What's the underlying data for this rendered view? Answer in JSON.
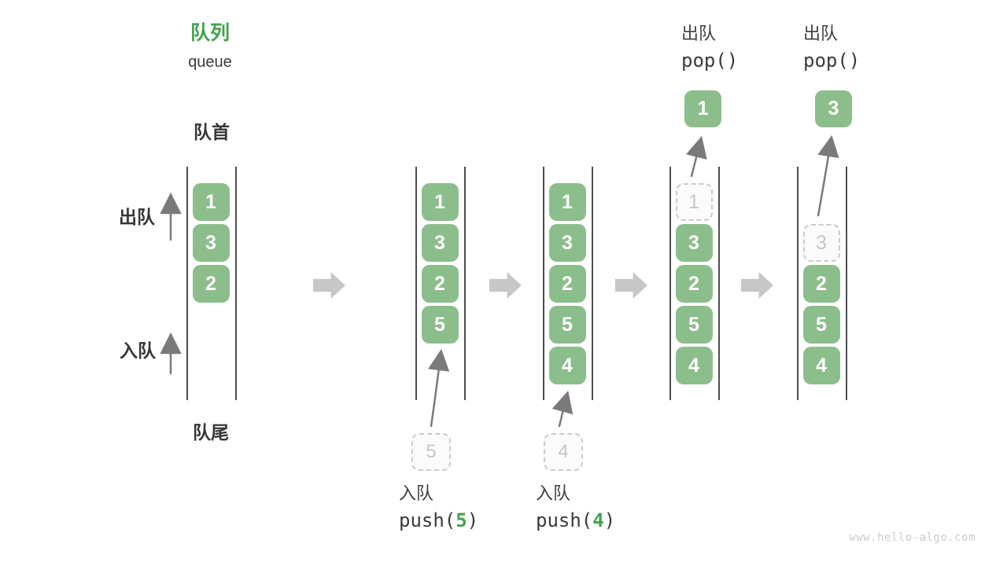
{
  "header": {
    "title": "队列",
    "subtitle": "queue"
  },
  "labels": {
    "front": "队首",
    "rear": "队尾",
    "dequeue": "出队",
    "enqueue": "入队"
  },
  "states": [
    {
      "name": "initial",
      "slots": [
        {
          "value": "1",
          "slot": 0,
          "ghost": false
        },
        {
          "value": "3",
          "slot": 1,
          "ghost": false
        },
        {
          "value": "2",
          "slot": 2,
          "ghost": false
        }
      ]
    },
    {
      "name": "after-push-5",
      "slots": [
        {
          "value": "1",
          "slot": 0,
          "ghost": false
        },
        {
          "value": "3",
          "slot": 1,
          "ghost": false
        },
        {
          "value": "2",
          "slot": 2,
          "ghost": false
        },
        {
          "value": "5",
          "slot": 3,
          "ghost": false
        }
      ]
    },
    {
      "name": "after-push-4",
      "slots": [
        {
          "value": "1",
          "slot": 0,
          "ghost": false
        },
        {
          "value": "3",
          "slot": 1,
          "ghost": false
        },
        {
          "value": "2",
          "slot": 2,
          "ghost": false
        },
        {
          "value": "5",
          "slot": 3,
          "ghost": false
        },
        {
          "value": "4",
          "slot": 4,
          "ghost": false
        }
      ]
    },
    {
      "name": "after-pop-1",
      "slots": [
        {
          "value": "1",
          "slot": 0,
          "ghost": true
        },
        {
          "value": "3",
          "slot": 1,
          "ghost": false
        },
        {
          "value": "2",
          "slot": 2,
          "ghost": false
        },
        {
          "value": "5",
          "slot": 3,
          "ghost": false
        },
        {
          "value": "4",
          "slot": 4,
          "ghost": false
        }
      ]
    },
    {
      "name": "after-pop-3",
      "slots": [
        {
          "value": "3",
          "slot": 1,
          "ghost": true
        },
        {
          "value": "2",
          "slot": 2,
          "ghost": false
        },
        {
          "value": "5",
          "slot": 3,
          "ghost": false
        },
        {
          "value": "4",
          "slot": 4,
          "ghost": false
        }
      ]
    }
  ],
  "operations": {
    "push5": {
      "label": "入队",
      "code_prefix": "push(",
      "arg": "5",
      "code_suffix": ")"
    },
    "push4": {
      "label": "入队",
      "code_prefix": "push(",
      "arg": "4",
      "code_suffix": ")"
    },
    "pop_first": {
      "label": "出队",
      "code": "pop()"
    },
    "pop_second": {
      "label": "出队",
      "code": "pop()"
    }
  },
  "staged": [
    {
      "value": "5"
    },
    {
      "value": "4"
    }
  ],
  "popped": [
    {
      "value": "1"
    },
    {
      "value": "3"
    }
  ],
  "watermark": "www.hello-algo.com",
  "colors": {
    "accent_green": "#43A24E",
    "box_green": "#8CBE8C",
    "ghost_gray": "#C5C5C5",
    "arrow_gray": "#7A7A7A",
    "block_arrow_gray": "#C7C7C7",
    "text_dark": "#3C3C3C"
  }
}
